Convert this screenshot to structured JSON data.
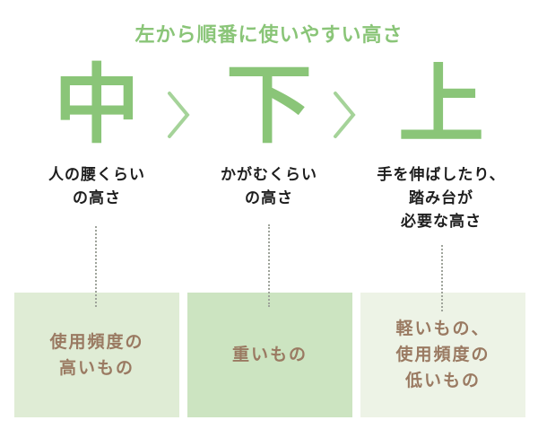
{
  "title": "左から順番に使いやすい高さ",
  "colors": {
    "accent_green": "#8ac578",
    "chevron_green": "#a5d399",
    "box_frequent_bg": "#dfecd5",
    "box_heavy_bg": "#cce4c1",
    "box_light_bg": "#edf3e6",
    "label_brown": "#9a7a62",
    "description_text": "#1e1e1e",
    "dotted_line": "#9fa49b",
    "background": "#ffffff"
  },
  "columns": [
    {
      "rank": "中",
      "description": [
        "人の腰くらい",
        "の高さ"
      ],
      "box_label": [
        "使用頻度の",
        "高いもの"
      ]
    },
    {
      "rank": "下",
      "description": [
        "かがむくらい",
        "の高さ"
      ],
      "box_label": [
        "重いもの"
      ]
    },
    {
      "rank": "上",
      "description": [
        "手を伸ばしたり、",
        "踏み台が",
        "必要な高さ"
      ],
      "box_label": [
        "軽いもの、",
        "使用頻度の",
        "低いもの"
      ]
    }
  ],
  "separator_icon": "chevron-right"
}
